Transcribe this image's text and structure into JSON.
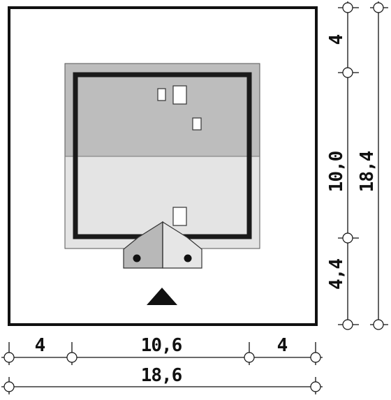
{
  "dimensions": {
    "bottom": {
      "left_setback": "4",
      "house_width": "10,6",
      "right_setback": "4",
      "total_width": "18,6"
    },
    "right": {
      "top_setback": "4",
      "house_depth": "10,0",
      "bottom_setback": "4,4",
      "total_depth": "18,4"
    }
  },
  "colors": {
    "roof_dark": "#bdbdbd",
    "roof_light": "#e4e4e4",
    "wall": "#1a1a1a",
    "porch_dark": "#b8b8b8",
    "porch_light": "#e6e6e6"
  },
  "icons": {
    "north": "north-arrow-icon"
  }
}
